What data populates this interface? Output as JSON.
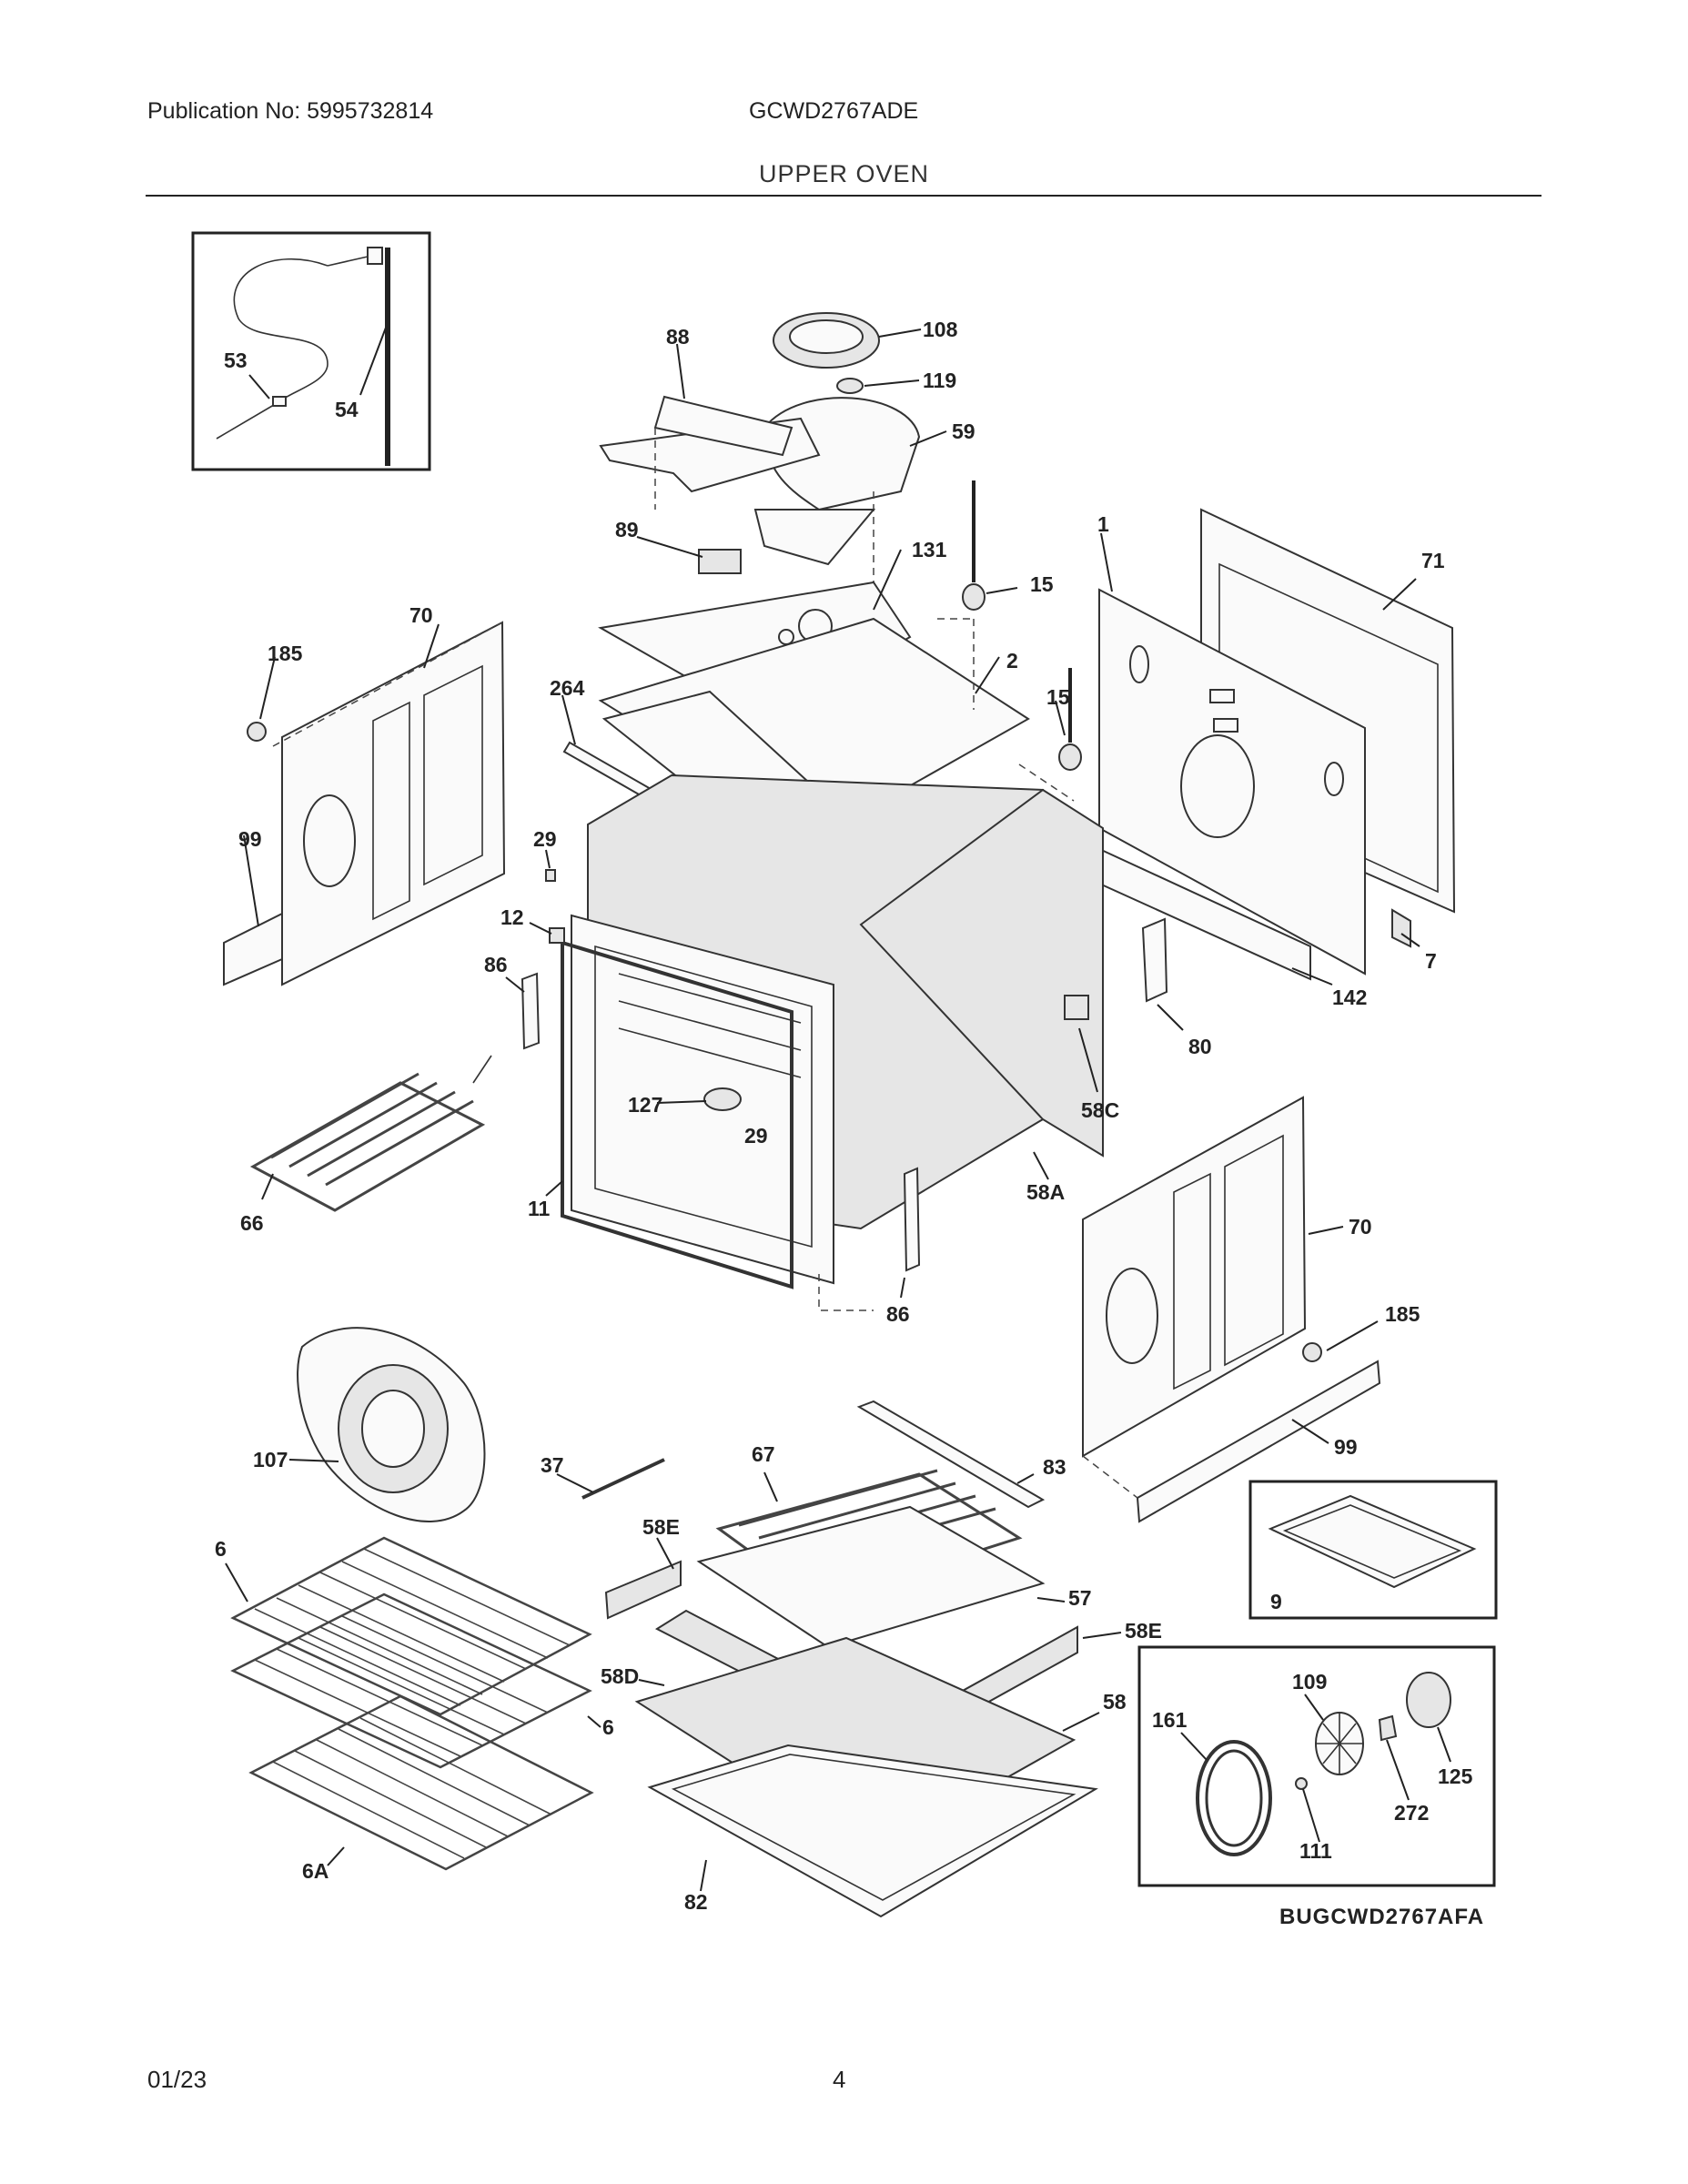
{
  "header": {
    "publication": "Publication No: 5995732814",
    "model": "GCWD2767ADE",
    "section": "UPPER OVEN"
  },
  "footer": {
    "date": "01/23",
    "page": "4"
  },
  "diagram": {
    "code": "BUGCWD2767AFA",
    "callouts": {
      "c53": "53",
      "c54": "54",
      "c88": "88",
      "c108": "108",
      "c119": "119",
      "c59": "59",
      "c89": "89",
      "c131": "131",
      "c15a": "15",
      "c15b": "15",
      "c1": "1",
      "c71": "71",
      "c2": "2",
      "c70a": "70",
      "c185a": "185",
      "c264": "264",
      "c99a": "99",
      "c29a": "29",
      "c12": "12",
      "c86a": "86",
      "c7": "7",
      "c142": "142",
      "c80": "80",
      "c127": "127",
      "c29b": "29",
      "c58c": "58C",
      "c58a": "58A",
      "c11": "11",
      "c66": "66",
      "c86b": "86",
      "c70b": "70",
      "c185b": "185",
      "c107": "107",
      "c37": "37",
      "c67": "67",
      "c83": "83",
      "c99b": "99",
      "c6a": "6",
      "c58e_a": "58E",
      "c57": "57",
      "c9": "9",
      "c58e_b": "58E",
      "c58d": "58D",
      "c6b": "6",
      "c58": "58",
      "c109": "109",
      "c161": "161",
      "c125": "125",
      "c6A": "6A",
      "c82": "82",
      "c111": "111",
      "c272": "272"
    }
  }
}
